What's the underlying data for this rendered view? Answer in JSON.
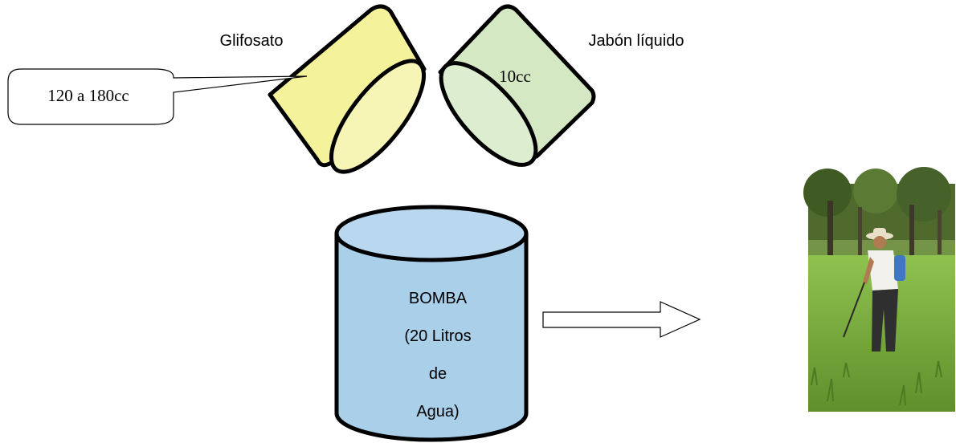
{
  "glifosato": {
    "label": "Glifosato",
    "amount": "120 a 180cc",
    "color": "#f4f29a"
  },
  "jabon": {
    "label": "Jabón líquido",
    "amount": "10cc",
    "color": "#d4e8c4"
  },
  "bomba": {
    "lines": [
      "BOMBA",
      "(20 Litros",
      "de",
      "Agua)"
    ],
    "color": "#a9cfe9"
  },
  "photo": {
    "icon": "farmer-spraying-field-photo"
  },
  "colors": {
    "stroke": "#000000",
    "arrow_fill": "#ffffff"
  }
}
